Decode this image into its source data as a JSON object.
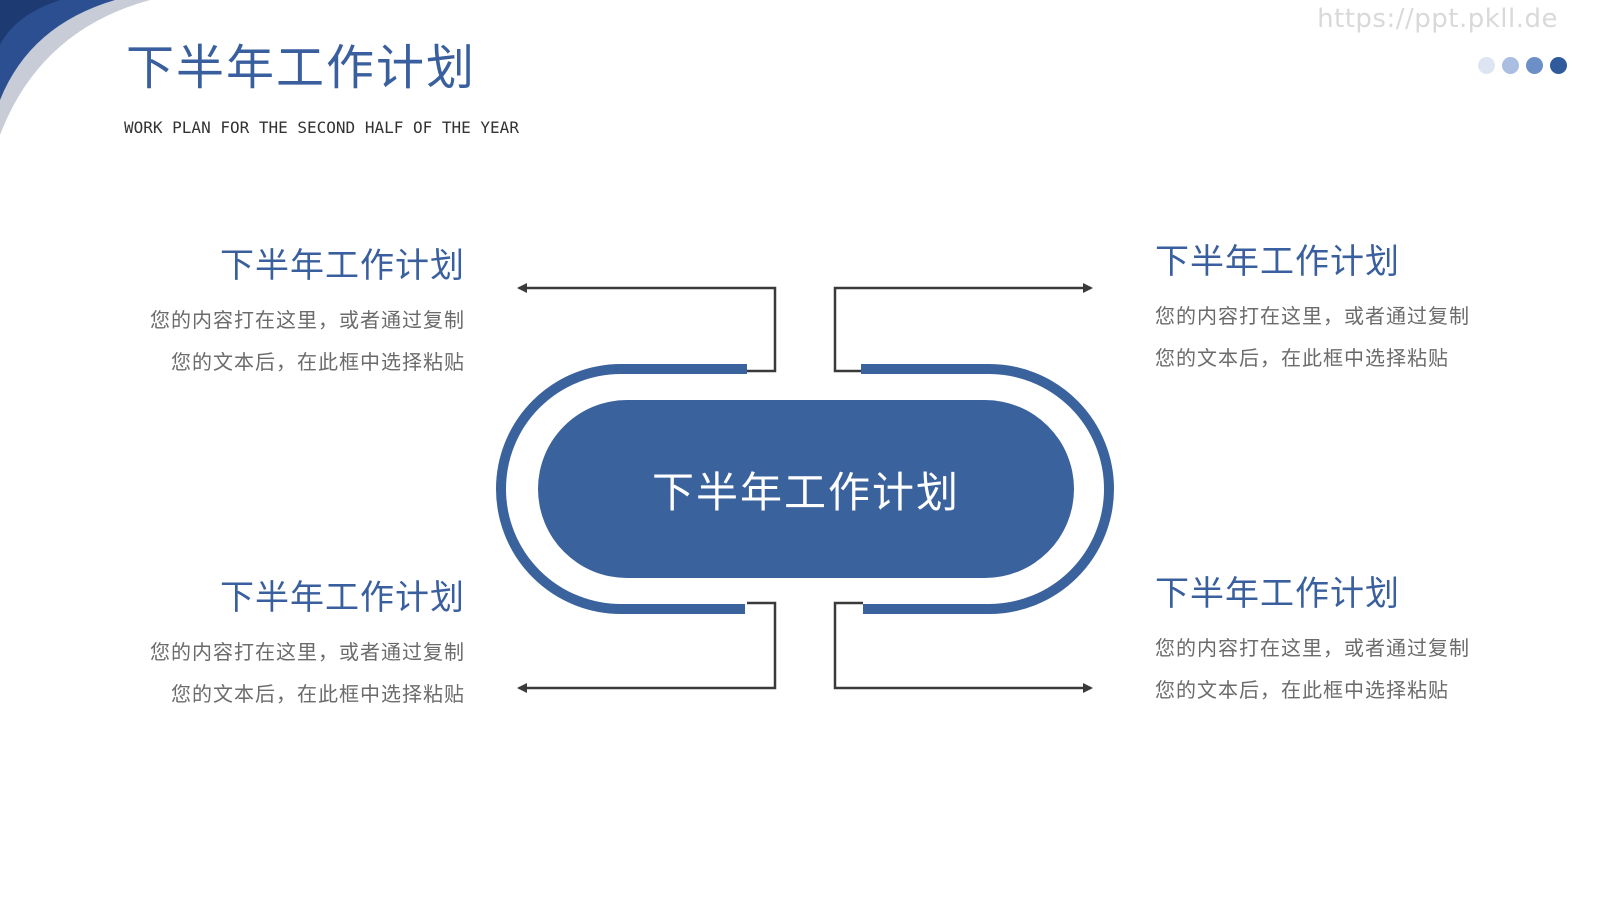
{
  "watermark": "https://ppt.pkll.de",
  "header": {
    "title": "下半年工作计划",
    "subtitle": "WORK PLAN FOR THE SECOND HALF OF THE YEAR"
  },
  "decor_dots": [
    "#dde5f2",
    "#a9bee0",
    "#6d8fc7",
    "#2f5a9b"
  ],
  "center": {
    "label": "下半年工作计划",
    "color": "#3a629c"
  },
  "blocks": [
    {
      "title": "下半年工作计划",
      "text": "您的内容打在这里，或者通过复制您的文本后，在此框中选择粘贴"
    },
    {
      "title": "下半年工作计划",
      "text": "您的内容打在这里，或者通过复制您的文本后，在此框中选择粘贴"
    },
    {
      "title": "下半年工作计划",
      "text": "您的内容打在这里，或者通过复制您的文本后，在此框中选择粘贴"
    },
    {
      "title": "下半年工作计划",
      "text": "您的内容打在这里，或者通过复制您的文本后，在此框中选择粘贴"
    }
  ]
}
